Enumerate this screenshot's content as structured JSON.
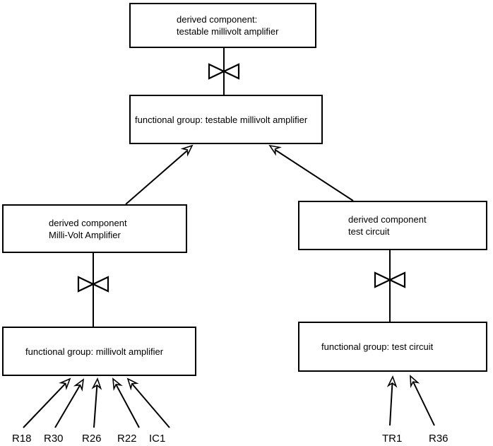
{
  "diagram": {
    "background_color": "#ffffff",
    "stroke_color": "#000000",
    "nodes": {
      "top_derived": {
        "line1": "derived component:",
        "line2": "testable millivolt amplifier"
      },
      "func_testable": {
        "label": "functional group: testable millivolt amplifier"
      },
      "left_derived": {
        "line1": "derived component",
        "line2": "Milli-Volt Amplifier"
      },
      "right_derived": {
        "line1": "derived component",
        "line2": "test circuit"
      },
      "func_millivolt": {
        "label": "functional group: millivolt amplifier"
      },
      "func_test": {
        "label": "functional group: test circuit"
      }
    },
    "leaf_components_left": [
      {
        "label": "R18"
      },
      {
        "label": "R30"
      },
      {
        "label": "R26"
      },
      {
        "label": "R22"
      },
      {
        "label": "IC1"
      }
    ],
    "leaf_components_right": [
      {
        "label": "TR1"
      },
      {
        "label": "R36"
      }
    ]
  }
}
